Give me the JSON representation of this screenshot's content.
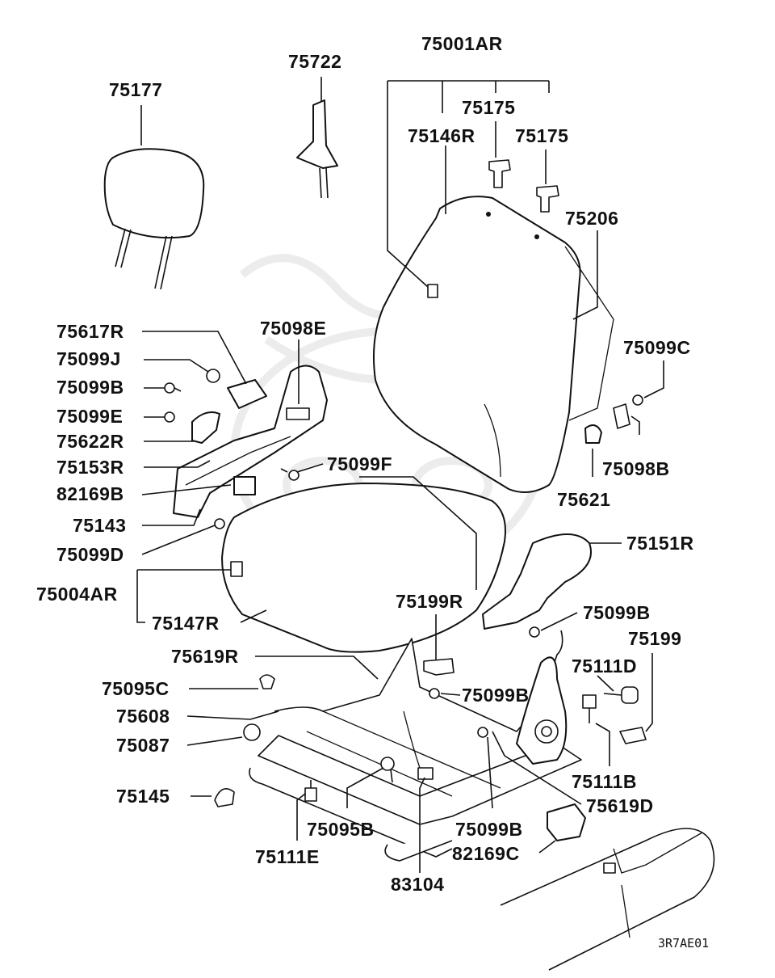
{
  "diagram": {
    "labels": {
      "p75001AR": "75001AR",
      "p75722": "75722",
      "p75177": "75177",
      "p75175a": "75175",
      "p75146R": "75146R",
      "p75175b": "75175",
      "p75206": "75206",
      "p75617R": "75617R",
      "p75098E": "75098E",
      "p75099J": "75099J",
      "p75099C": "75099C",
      "p75099Ba": "75099B",
      "p75099E": "75099E",
      "p75622R": "75622R",
      "p75153R": "75153R",
      "p75099F": "75099F",
      "p75098B": "75098B",
      "p82169B": "82169B",
      "p75621": "75621",
      "p75143": "75143",
      "p75151R": "75151R",
      "p75099D": "75099D",
      "p75004AR": "75004AR",
      "p75199R": "75199R",
      "p75099Bb": "75099B",
      "p75147R": "75147R",
      "p75199": "75199",
      "p75619R": "75619R",
      "p75111D": "75111D",
      "p75095C": "75095C",
      "p75099Bc": "75099B",
      "p75608": "75608",
      "p75087": "75087",
      "p75111B": "75111B",
      "p75145": "75145",
      "p75619D": "75619D",
      "p75095B": "75095B",
      "p75099Bd": "75099B",
      "p75111E": "75111E",
      "p82169C": "82169C",
      "p83104": "83104"
    },
    "figure_code": "3R7AE01"
  }
}
